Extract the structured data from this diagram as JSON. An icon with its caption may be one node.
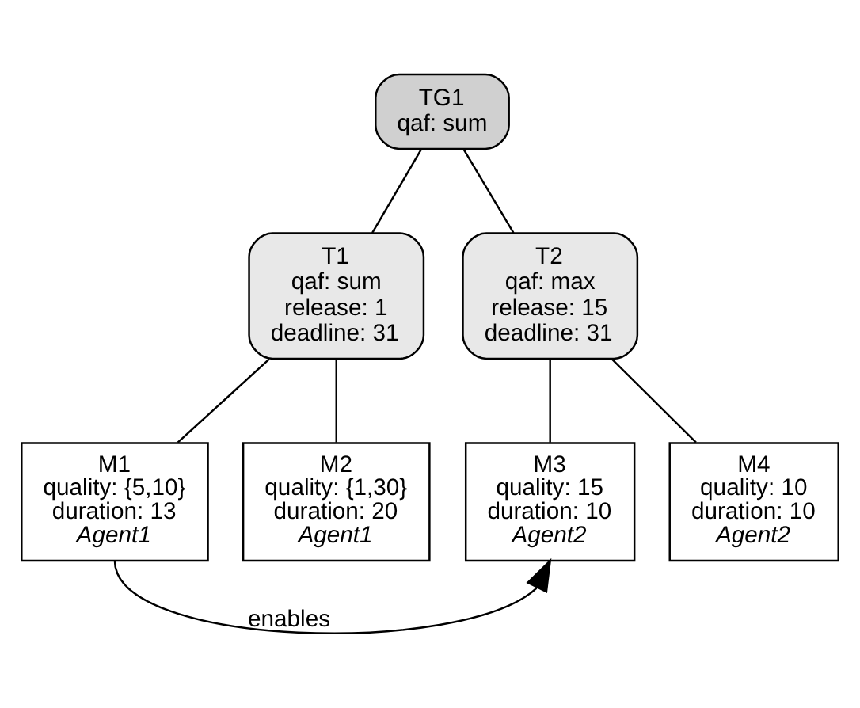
{
  "diagram": {
    "nodes": [
      {
        "text": [
          "TG1",
          "qaf: sum"
        ]
      },
      {
        "text": [
          "T1",
          "qaf: sum",
          "release: 1",
          "deadline: 31"
        ]
      },
      {
        "text": [
          "T2",
          "qaf: max",
          "release: 15",
          "deadline: 31"
        ]
      },
      {
        "text": [
          "M1",
          "quality: {5,10}",
          "duration: 13",
          "Agent1"
        ]
      },
      {
        "text": [
          "M2",
          "quality: {1,30}",
          "duration: 20",
          "Agent1"
        ]
      },
      {
        "text": [
          "M3",
          "quality: 15",
          "duration: 10",
          "Agent2"
        ]
      },
      {
        "text": [
          "M4",
          "quality: 10",
          "duration: 10",
          "Agent2"
        ]
      }
    ],
    "edges": [
      {
        "from": 0,
        "to": 1,
        "arrow": "none"
      },
      {
        "from": 0,
        "to": 2,
        "arrow": "none"
      },
      {
        "from": 1,
        "to": 3,
        "arrow": "none"
      },
      {
        "from": 1,
        "to": 4,
        "arrow": "none"
      },
      {
        "from": 2,
        "to": 5,
        "arrow": "none"
      },
      {
        "from": 2,
        "to": 6,
        "arrow": "none"
      },
      {
        "from": 3,
        "to": 5,
        "arrow": "to",
        "label": "enables"
      }
    ]
  }
}
